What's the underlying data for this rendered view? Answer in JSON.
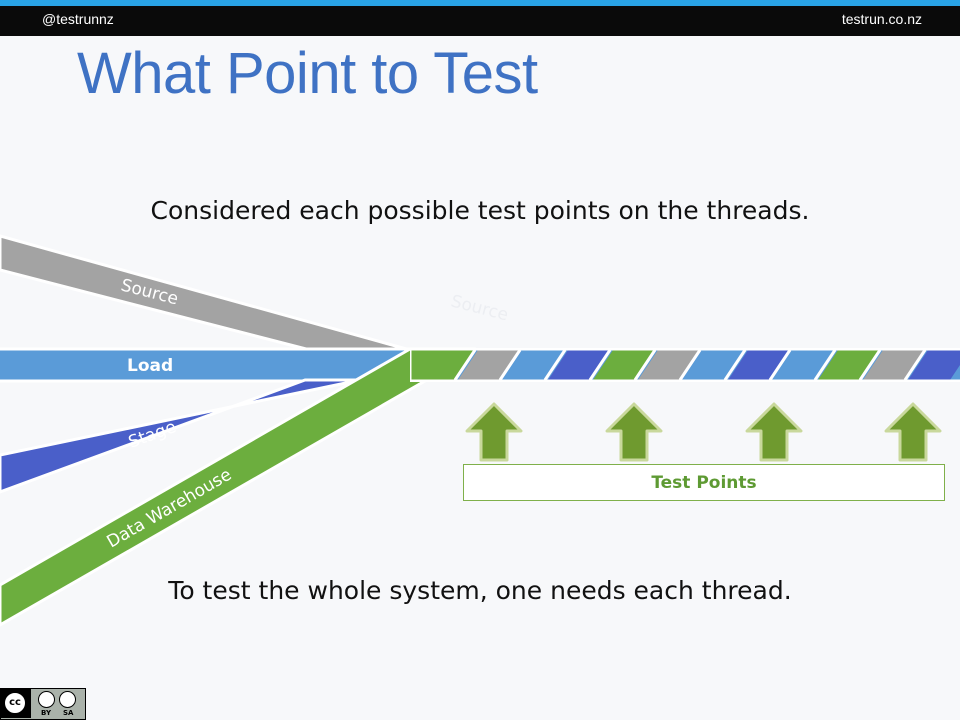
{
  "header": {
    "handle": "@testrunnz",
    "site": "testrun.co.nz"
  },
  "title": "What Point to Test",
  "subtitle": "Considered each possible test points on the threads.",
  "threads": {
    "source": "Source",
    "source_ghost": "Source",
    "load": "Load",
    "stage": "Stage",
    "warehouse": "Data Warehouse"
  },
  "test_points": {
    "label": "Test Points",
    "count": 4
  },
  "conclusion": "To test the whole system, one needs each thread.",
  "license": {
    "badge": "cc",
    "by": "BY",
    "sa": "SA"
  },
  "colors": {
    "source": "#a3a3a3",
    "load": "#5a9bd8",
    "stage": "#4a5fc9",
    "warehouse": "#6cae3e",
    "title": "#3f72c4",
    "arrow": "#6f9a2f"
  }
}
